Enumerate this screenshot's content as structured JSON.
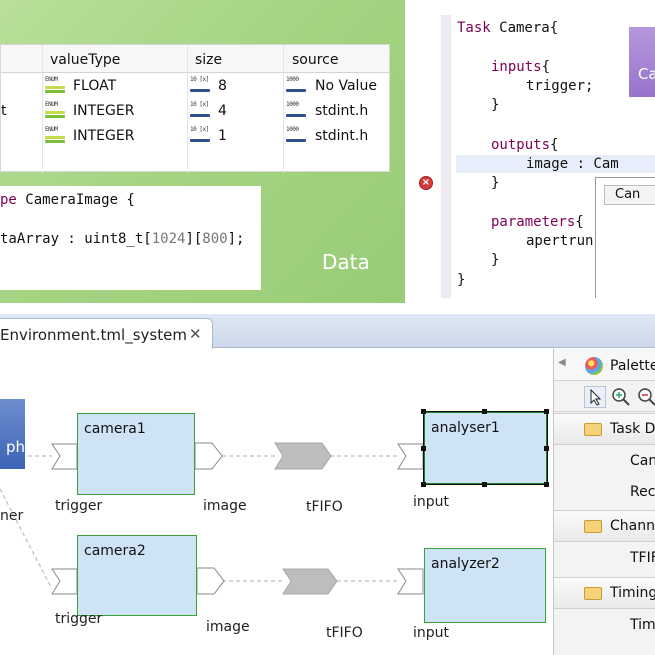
{
  "data_panel": {
    "label": "Data",
    "table": {
      "headers": [
        "valueType",
        "size",
        "source"
      ],
      "rows": [
        {
          "name": "",
          "value_type": "FLOAT",
          "value_type_icon": "enum-icon",
          "size": "8",
          "size_icon": "array-icon",
          "source": "No Value",
          "source_icon": "numeric-icon"
        },
        {
          "name": "t",
          "value_type": "INTEGER",
          "value_type_icon": "enum-icon",
          "size": "4",
          "size_icon": "array-icon",
          "source": "stdint.h",
          "source_icon": "numeric-icon"
        },
        {
          "name": "",
          "value_type": "INTEGER",
          "value_type_icon": "enum-icon",
          "size": "1",
          "size_icon": "array-icon",
          "source": "stdint.h",
          "source_icon": "numeric-icon"
        }
      ],
      "icon_glyphs": {
        "enum": "ENUM",
        "array": "10 [x]",
        "numeric": "1000"
      }
    },
    "type_code": {
      "line1_keyword": "pe",
      "line1_rest": " CameraImage {",
      "line2_pre": "taArray : uint8_t[",
      "line2_num1": "1024",
      "line2_mid": "][",
      "line2_num2": "800",
      "line2_post": "];"
    }
  },
  "editor_panel": {
    "lines": [
      {
        "kw": "Task",
        "rest": " Camera{"
      },
      {
        "kw": "inputs",
        "rest": "{"
      },
      {
        "text": "trigger;"
      },
      {
        "text": "}"
      },
      {
        "kw": "outputs",
        "rest": "{"
      },
      {
        "text": "image : Cam"
      },
      {
        "text": "}"
      },
      {
        "kw": "parameters",
        "rest": "{"
      },
      {
        "text": "apertrun"
      },
      {
        "text": "}"
      },
      {
        "text": "}"
      }
    ],
    "error_marker": "×",
    "autocomplete_item": "Can",
    "purple_tag": "Ca"
  },
  "diagram": {
    "tab_label": "Environment.tml_system",
    "tab_close": "✕",
    "blue_tag": "ph",
    "left_cut_label": "ner",
    "blocks": {
      "camera1": "camera1",
      "camera2": "camera2",
      "analyser1": "analyser1",
      "analyzer2": "analyzer2"
    },
    "port_labels": {
      "trigger1": "trigger",
      "image1": "image",
      "fifo1": "tFIFO",
      "input1": "input",
      "trigger2": "trigger",
      "image2": "image",
      "fifo2": "tFIFO",
      "input2": "input"
    }
  },
  "palette": {
    "title": "Palette",
    "collapse_glyph": "◀",
    "tools": [
      "select-tool-icon",
      "zoom-in-icon",
      "zoom-out-icon"
    ],
    "drawers": [
      {
        "label": "Task D",
        "items": [
          "Can",
          "Rec"
        ]
      },
      {
        "label": "Chann",
        "items": [
          "TFIF"
        ]
      },
      {
        "label": "Timing",
        "items": [
          "Tim"
        ]
      }
    ]
  },
  "colors": {
    "green_bg": "#a5d483",
    "block_fill": "#cfe3f6",
    "block_border": "#3aa33a",
    "keyword": "#7f0055",
    "purple_tag": "#9774cc",
    "blue_tag": "#3c63b5"
  }
}
